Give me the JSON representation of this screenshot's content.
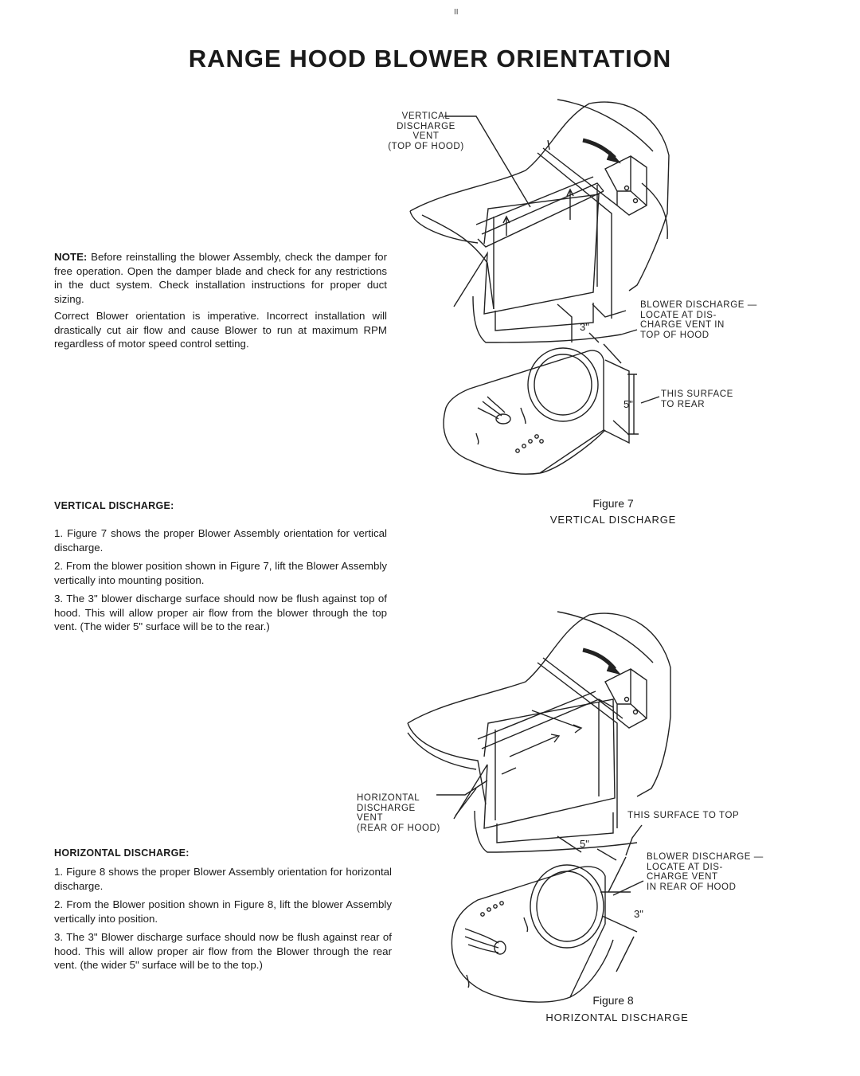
{
  "page": {
    "mark": "II",
    "title": "RANGE HOOD BLOWER ORIENTATION"
  },
  "note": {
    "label": "NOTE:",
    "text": "Before reinstalling the blower Assembly, check the damper for free operation. Open the damper blade and check for any restrictions in the duct system. Check installation instructions for proper duct sizing.",
    "warning": "Correct Blower orientation is imperative. Incorrect installation will drastically cut air flow and cause Blower to run at maximum RPM regardless of motor speed control setting."
  },
  "vertical": {
    "heading": "VERTICAL DISCHARGE:",
    "items": [
      "1. Figure 7 shows the proper Blower Assembly orientation for vertical discharge.",
      "2. From the blower position shown in Figure 7, lift the Blower Assembly vertically into mounting position.",
      "3. The 3\" blower discharge surface should now be flush against top of hood. This will allow proper air flow from the blower through the top vent. (The wider 5\" surface will be to the rear.)"
    ]
  },
  "horizontal": {
    "heading": "HORIZONTAL DISCHARGE:",
    "items": [
      "1. Figure 8 shows the proper Blower Assembly orientation for horizontal discharge.",
      "2. From the Blower position shown in Figure 8, lift the blower Assembly vertically into position.",
      "3. The 3\" Blower discharge surface should now be flush against rear of hood. This will allow proper air flow from the Blower through the rear vent. (the wider 5\" surface will be to the top.)"
    ]
  },
  "figure7": {
    "caption": "Figure 7",
    "subcaption": "VERTICAL DISCHARGE",
    "callout_vent": "VERTICAL\nDISCHARGE\nVENT\n(TOP OF HOOD)",
    "callout_blower": "BLOWER DISCHARGE —\nLOCATE AT DIS-\nCHARGE VENT IN\nTOP OF HOOD",
    "callout_surface": "THIS SURFACE\nTO REAR",
    "dim_small": "3\"",
    "dim_large": "5\""
  },
  "figure8": {
    "caption": "Figure 8",
    "subcaption": "HORIZONTAL DISCHARGE",
    "callout_vent": "HORIZONTAL\nDISCHARGE\nVENT\n(REAR OF HOOD)",
    "callout_surface": "THIS SURFACE TO TOP",
    "callout_blower": "BLOWER DISCHARGE —\nLOCATE AT DIS-\nCHARGE VENT\nIN REAR OF HOOD",
    "dim_small": "3\"",
    "dim_large": "5\""
  }
}
